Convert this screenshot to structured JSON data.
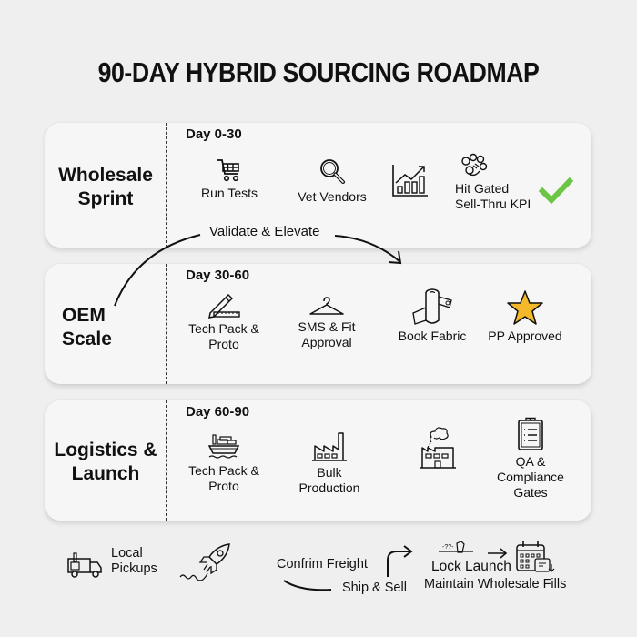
{
  "title": "90-DAY HYBRID SOURCING ROADMAP",
  "phases": [
    {
      "name_line1": "Wholesale",
      "name_line2": "Sprint",
      "day_range": "Day 0-30",
      "steps": [
        {
          "icon": "shopping-cart-icon",
          "label": "Run Tests"
        },
        {
          "icon": "magnifier-icon",
          "label": "Vet Vendors"
        },
        {
          "icon": "growth-chart-icon",
          "label": ""
        },
        {
          "icon": "network-nodes-icon",
          "label_line1": "Hit Gated",
          "label_line2": "Sell-Thru KPI"
        },
        {
          "icon": "checkmark-icon",
          "label": ""
        }
      ]
    },
    {
      "name_line1": "OEM",
      "name_line2": "Scale",
      "day_range": "Day 30-60",
      "steps": [
        {
          "icon": "pencil-ruler-icon",
          "label_line1": "Tech Pack &",
          "label_line2": "Proto"
        },
        {
          "icon": "hanger-icon",
          "label_line1": "SMS & Fit",
          "label_line2": "Approval"
        },
        {
          "icon": "fabric-roll-icon",
          "label": "Book Fabric"
        },
        {
          "icon": "star-icon",
          "label": "PP Approved"
        }
      ]
    },
    {
      "name_line1": "Logistics &",
      "name_line2": "Launch",
      "day_range": "Day 60-90",
      "steps": [
        {
          "icon": "cargo-ship-icon",
          "label": "Tech Pack & Proto"
        },
        {
          "icon": "factory-icon",
          "label": "Bulk Production"
        },
        {
          "icon": "smoking-factory-icon",
          "label": ""
        },
        {
          "icon": "clipboard-icon",
          "label_line1": "QA &",
          "label_line2": "Compliance",
          "label_line3": "Gates"
        }
      ]
    }
  ],
  "connector": {
    "label": "Validate & Elevate"
  },
  "footer": {
    "local_pickups_line1": "Local",
    "local_pickups_line2": "Pickups",
    "confirm_freight": "Confrim Freight",
    "ship_and_sell": "Ship & Sell",
    "lock_launch": "Lock Launch",
    "maintain_fills": "Maintain Wholesale Fills",
    "tag_text": "-??-"
  },
  "colors": {
    "background": "#efefef",
    "card": "#f6f6f6",
    "text": "#111111",
    "check_green": "#6cc644",
    "star_gold": "#f3b92a"
  }
}
